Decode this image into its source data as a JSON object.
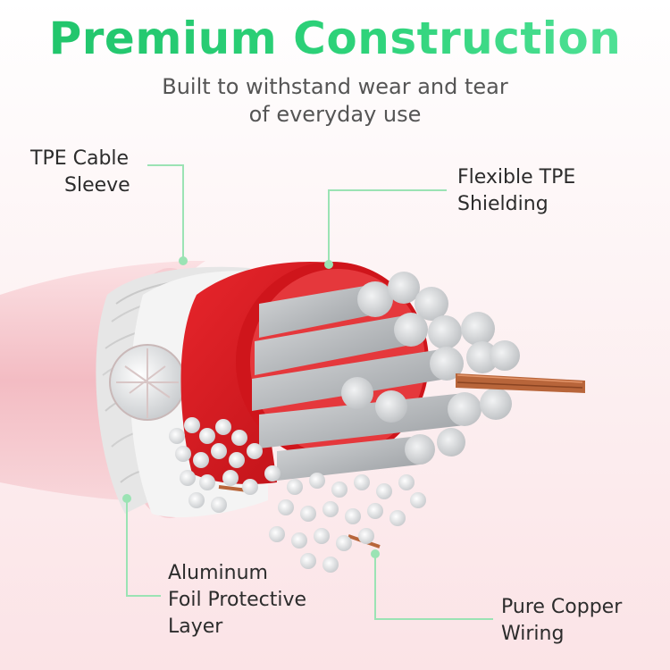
{
  "header": {
    "title": "Premium Construction",
    "subtitle_line1": "Built to withstand wear and tear",
    "subtitle_line2": "of everyday use"
  },
  "callouts": {
    "sleeve": {
      "line1": "TPE Cable",
      "line2": "Sleeve"
    },
    "shield": {
      "line1": "Flexible TPE",
      "line2": "Shielding"
    },
    "foil": {
      "line1": "Aluminum",
      "line2": "Foil Protective",
      "line3": "Layer"
    },
    "copper": {
      "line1": "Pure Copper",
      "line2": "Wiring"
    }
  },
  "colors": {
    "title_green": "#2ed37a",
    "callout_line": "#9be3b4",
    "sleeve_pink": "#f5c2c8",
    "shield_red": "#d4191f",
    "foil_silver": "#d9d9d9",
    "strand_gray": "#b4b7ba",
    "copper": "#b8653a"
  }
}
